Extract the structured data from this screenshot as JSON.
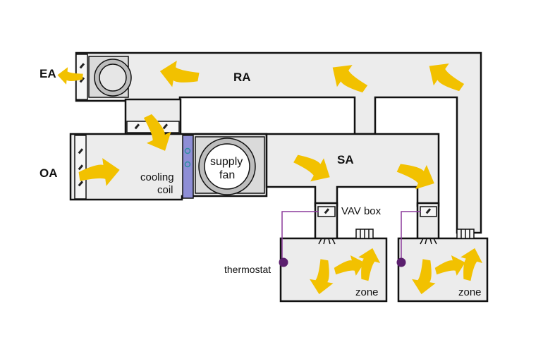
{
  "labels": {
    "ea": "EA",
    "ra": "RA",
    "oa": "OA",
    "sa": "SA",
    "cooling_line1": "cooling",
    "cooling_line2": "coil",
    "fan_line1": "supply",
    "fan_line2": "fan",
    "vav_box": "VAV box",
    "thermostat": "thermostat",
    "zone_1": "zone",
    "zone_2": "zone"
  },
  "colors": {
    "airflow_arrow": "#f2c100",
    "duct_fill": "#ececec",
    "outline": "#111111",
    "cooling_coil": "#8e8ed6",
    "thermostat": "#5b1f6e",
    "control_wire": "#8b3a9b",
    "coil_tubes": "#2f8fa0"
  }
}
